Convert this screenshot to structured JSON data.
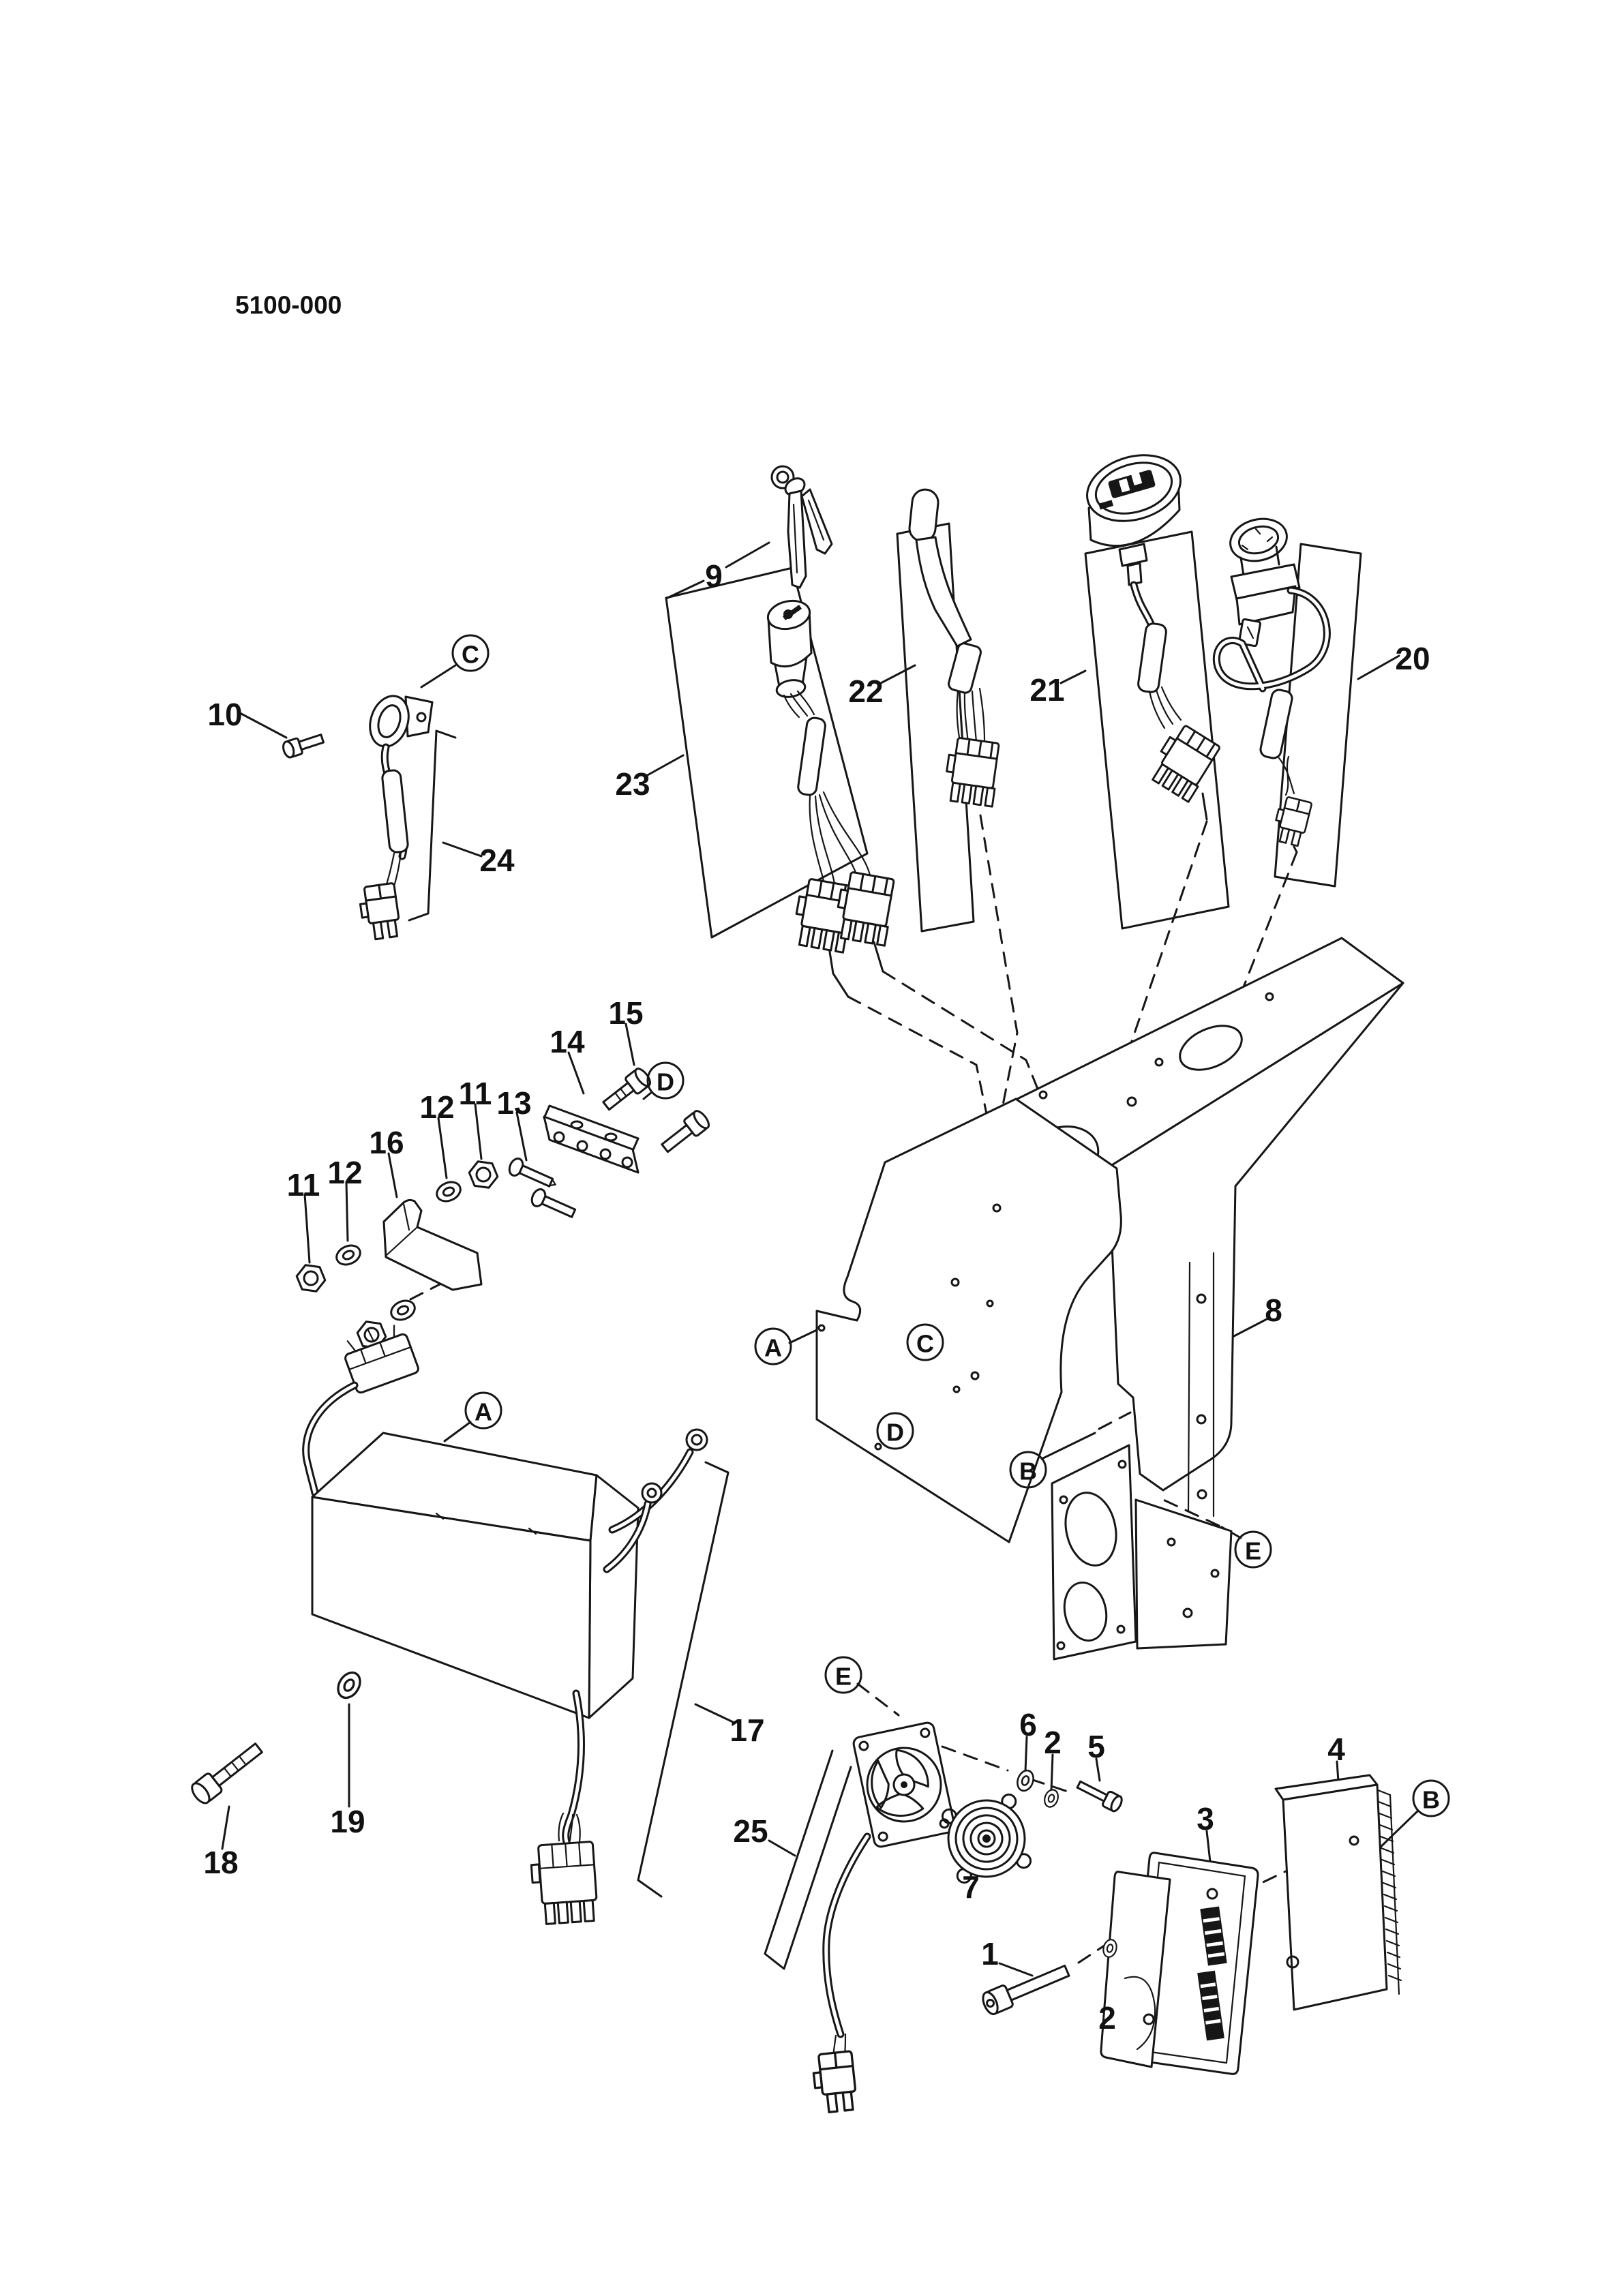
{
  "title": "5100-000",
  "labels": {
    "1": "1",
    "2": "2",
    "3": "3",
    "4": "4",
    "5": "5",
    "6": "6",
    "7": "7",
    "8": "8",
    "9": "9",
    "10": "10",
    "11": "11",
    "12": "12",
    "13": "13",
    "14": "14",
    "15": "15",
    "16": "16",
    "17": "17",
    "18": "18",
    "19": "19",
    "20": "20",
    "21": "21",
    "22": "22",
    "23": "23",
    "24": "24",
    "25": "25"
  },
  "callouts": {
    "A": "A",
    "B": "B",
    "C": "C",
    "D": "D",
    "E": "E"
  }
}
